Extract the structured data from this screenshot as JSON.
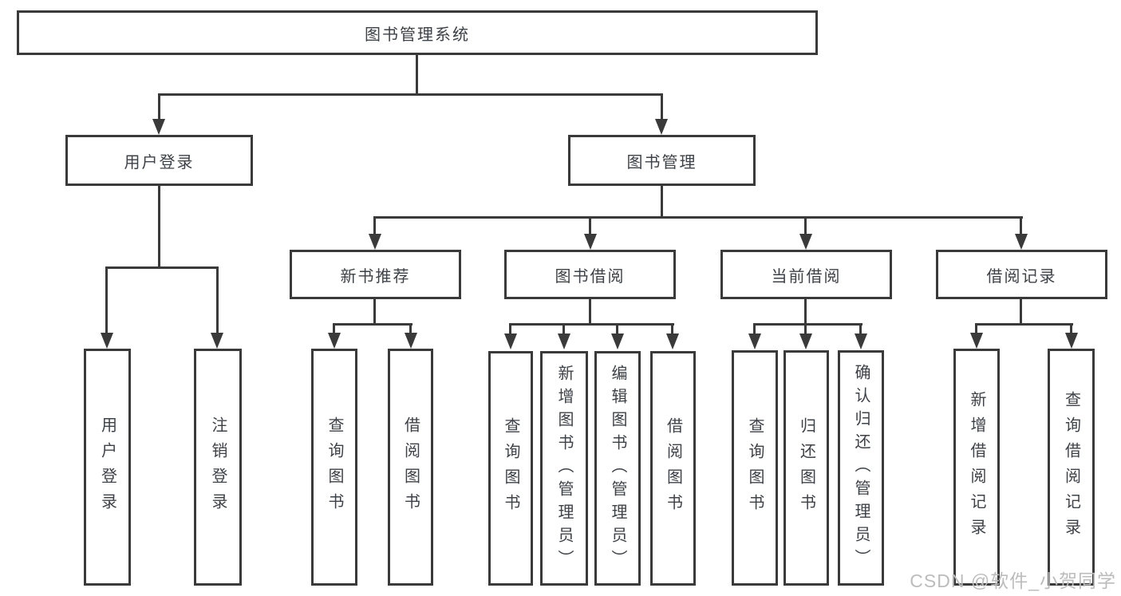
{
  "diagram": {
    "title": "图书管理系统",
    "root": {
      "label": "图书管理系统"
    },
    "level2": [
      {
        "label": "用户登录"
      },
      {
        "label": "图书管理"
      }
    ],
    "level3": [
      {
        "label": "新书推荐"
      },
      {
        "label": "图书借阅"
      },
      {
        "label": "当前借阅"
      },
      {
        "label": "借阅记录"
      }
    ],
    "leaves": {
      "user_login": [
        "用户登录",
        "注销登录"
      ],
      "new_books": [
        "查询图书",
        "借阅图书"
      ],
      "book_borrow": [
        "查询图书",
        "新增图书（管理员）",
        "编辑图书（管理员）",
        "借阅图书"
      ],
      "current_borrow": [
        "查询图书",
        "归还图书",
        "确认归还（管理员）"
      ],
      "borrow_records": [
        "新增借阅记录",
        "查询借阅记录"
      ]
    },
    "colors": {
      "line": "#3a3a3a",
      "text": "#3d4248",
      "watermark": "#bcbcbc",
      "background": "#ffffff"
    }
  },
  "watermark": {
    "text": "CSDN @软件_小贺同学"
  }
}
